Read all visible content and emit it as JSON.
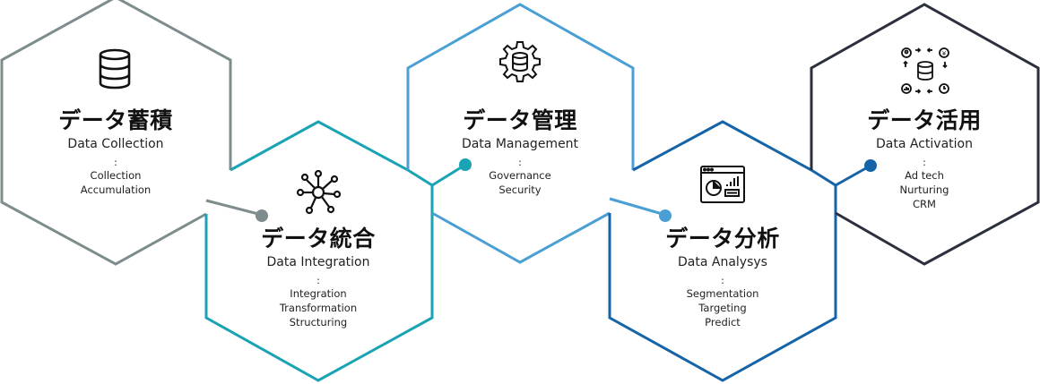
{
  "colors": {
    "collection": "#7f8c8d",
    "integration": "#1aa3b4",
    "management": "#4a9fd4",
    "analysis": "#1664a8",
    "activation": "#2c2f3c"
  },
  "stages": [
    {
      "id": "collection",
      "jp": "データ蓄積",
      "en": "Data Collection",
      "sep": ":",
      "items": [
        "Collection",
        "Accumulation"
      ],
      "icon": "database-icon"
    },
    {
      "id": "integration",
      "jp": "データ統合",
      "en": "Data Integration",
      "sep": ":",
      "items": [
        "Integration",
        "Transformation",
        "Structuring"
      ],
      "icon": "network-hub-icon"
    },
    {
      "id": "management",
      "jp": "データ管理",
      "en": "Data Management",
      "sep": ":",
      "items": [
        "Governance",
        "Security"
      ],
      "icon": "gear-database-icon"
    },
    {
      "id": "analysis",
      "jp": "データ分析",
      "en": "Data Analysys",
      "sep": ":",
      "items": [
        "Segmentation",
        "Targeting",
        "Predict"
      ],
      "icon": "dashboard-window-icon"
    },
    {
      "id": "activation",
      "jp": "データ活用",
      "en": "Data Activation",
      "sep": ":",
      "items": [
        "Ad tech",
        "Nurturing",
        "CRM"
      ],
      "icon": "data-cycle-icon"
    }
  ]
}
